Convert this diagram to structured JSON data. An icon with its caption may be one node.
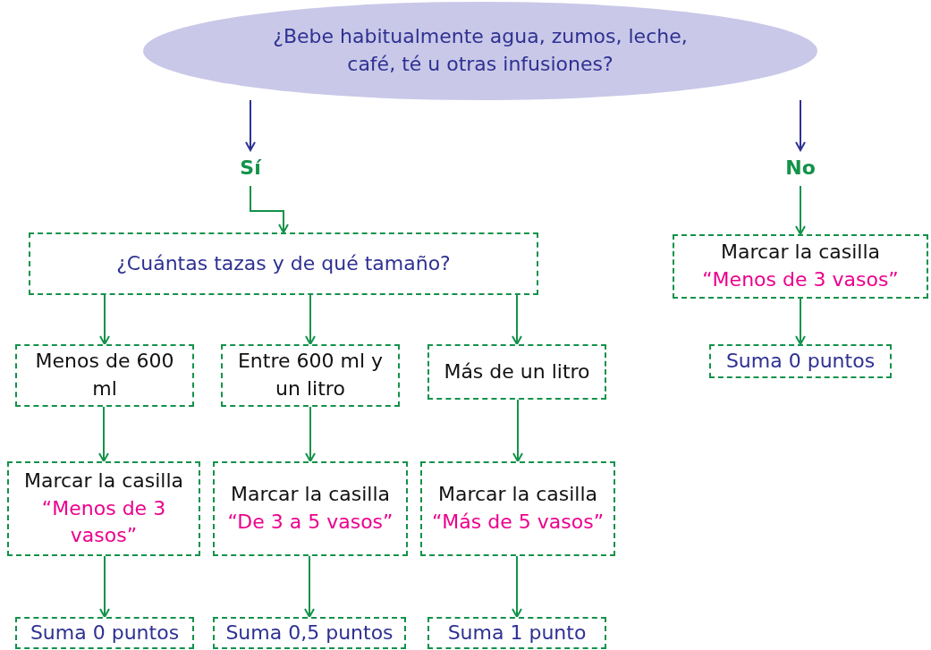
{
  "diagram": {
    "nodes": [
      {
        "text": [
          "¿Bebe habitualmente agua, zumos, leche, café, té u otras infusiones?"
        ]
      },
      {
        "text": [
          "Sí"
        ]
      },
      {
        "text": [
          "No"
        ]
      },
      {
        "text": [
          "¿Cuántas tazas y de qué tamaño?"
        ]
      },
      {
        "text": [
          "Marcar la casilla",
          "“Menos de 3 vasos”"
        ]
      },
      {
        "text": [
          "Suma 0 puntos"
        ]
      },
      {
        "text": [
          "Menos de 600 ml"
        ]
      },
      {
        "text": [
          "Entre 600 ml y un litro"
        ]
      },
      {
        "text": [
          "Más de un litro"
        ]
      },
      {
        "text": [
          "Marcar la casilla",
          "“Menos de 3 vasos”"
        ]
      },
      {
        "text": [
          "Marcar la casilla",
          "“De 3 a 5 vasos”"
        ]
      },
      {
        "text": [
          "Marcar la casilla",
          "“Más de 5 vasos”"
        ]
      },
      {
        "text": [
          "Suma 0 puntos"
        ]
      },
      {
        "text": [
          "Suma 0,5 puntos"
        ]
      },
      {
        "text": [
          "Suma 1 punto"
        ]
      }
    ],
    "edges": [
      {
        "from": 0,
        "to": 1,
        "arrow": "to",
        "color": "#2e3192"
      },
      {
        "from": 0,
        "to": 2,
        "arrow": "to",
        "color": "#2e3192"
      },
      {
        "from": 1,
        "to": 3,
        "arrow": "to"
      },
      {
        "from": 2,
        "to": 4,
        "arrow": "to"
      },
      {
        "from": 4,
        "to": 5,
        "arrow": "to"
      },
      {
        "from": 3,
        "to": 6,
        "arrow": "to"
      },
      {
        "from": 3,
        "to": 7,
        "arrow": "to"
      },
      {
        "from": 3,
        "to": 8,
        "arrow": "to"
      },
      {
        "from": 6,
        "to": 9,
        "arrow": "to"
      },
      {
        "from": 7,
        "to": 10,
        "arrow": "to"
      },
      {
        "from": 8,
        "to": 11,
        "arrow": "to"
      },
      {
        "from": 9,
        "to": 12,
        "arrow": "to"
      },
      {
        "from": 10,
        "to": 13,
        "arrow": "to"
      },
      {
        "from": 11,
        "to": 14,
        "arrow": "to"
      }
    ]
  }
}
